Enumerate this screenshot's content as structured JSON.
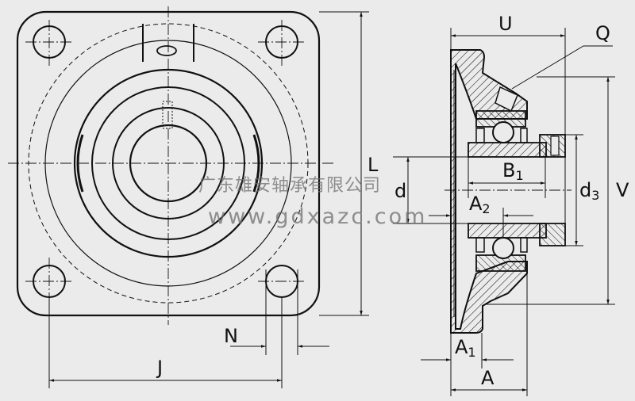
{
  "title": "Square flange bearing unit dimension drawing",
  "dimensions": {
    "L": "L",
    "J": "J",
    "N": "N",
    "U": "U",
    "Q": "Q",
    "V": "V",
    "d3_main": "d",
    "d3_sub": "3",
    "B1_main": "B",
    "B1_sub": "1",
    "d": "d",
    "A2_main": "A",
    "A2_sub": "2",
    "A1_main": "A",
    "A1_sub": "1",
    "A": "A"
  },
  "watermark": {
    "company": "广东雄安轴承有限公司",
    "website": "www.gdxazc.com"
  },
  "colors": {
    "background": "#ebebeb",
    "line": "#111111"
  }
}
